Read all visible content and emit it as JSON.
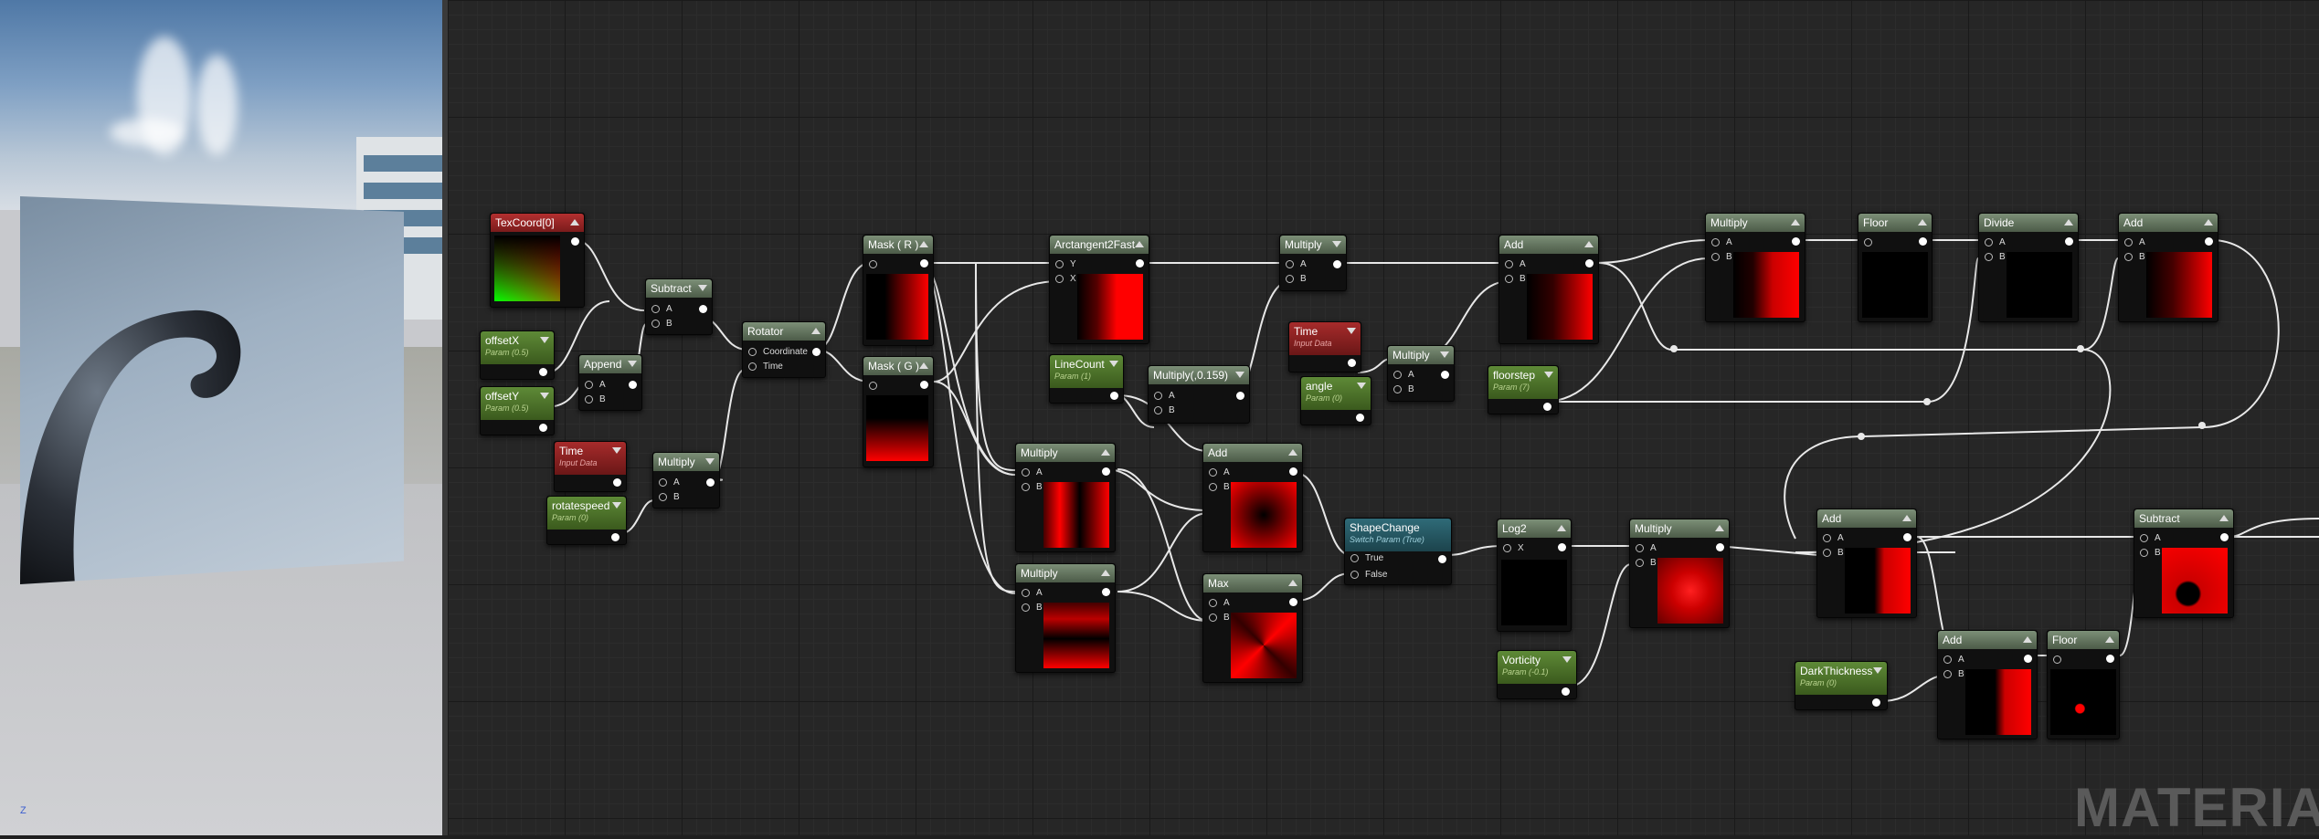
{
  "viewport": {
    "axis_label": "Z"
  },
  "editor": {
    "watermark": "MATERIAL"
  },
  "nodes": {
    "texcoord": {
      "title": "TexCoord[0]"
    },
    "subtract1": {
      "title": "Subtract",
      "pins": [
        "A",
        "B"
      ]
    },
    "offsetx": {
      "title": "offsetX",
      "subtitle": "Param (0.5)"
    },
    "offsety": {
      "title": "offsetY",
      "subtitle": "Param (0.5)"
    },
    "append": {
      "title": "Append",
      "pins": [
        "A",
        "B"
      ]
    },
    "time1": {
      "title": "Time",
      "subtitle": "Input Data"
    },
    "multiply1": {
      "title": "Multiply",
      "pins": [
        "A",
        "B"
      ]
    },
    "rotatespeed": {
      "title": "rotatespeed",
      "subtitle": "Param (0)"
    },
    "rotator": {
      "title": "Rotator",
      "pins": [
        "Coordinate",
        "Time"
      ]
    },
    "maskr": {
      "title": "Mask ( R )"
    },
    "maskg": {
      "title": "Mask ( G )"
    },
    "arctan": {
      "title": "Arctangent2Fast",
      "pins": [
        "Y",
        "X"
      ]
    },
    "linecount": {
      "title": "LineCount",
      "subtitle": "Param (1)"
    },
    "multconst": {
      "title": "Multiply(,0.159)",
      "pins": [
        "A",
        "B"
      ]
    },
    "multiply2": {
      "title": "Multiply",
      "pins": [
        "A",
        "B"
      ]
    },
    "time2": {
      "title": "Time",
      "subtitle": "Input Data"
    },
    "angle": {
      "title": "angle",
      "subtitle": "Param (0)"
    },
    "multiply3": {
      "title": "Multiply",
      "pins": [
        "A",
        "B"
      ]
    },
    "add1": {
      "title": "Add",
      "pins": [
        "A",
        "B"
      ]
    },
    "floorstep": {
      "title": "floorstep",
      "subtitle": "Param (7)"
    },
    "multiply4": {
      "title": "Multiply",
      "pins": [
        "A",
        "B"
      ]
    },
    "floor1": {
      "title": "Floor"
    },
    "divide": {
      "title": "Divide",
      "pins": [
        "A",
        "B"
      ]
    },
    "add2": {
      "title": "Add",
      "pins": [
        "A",
        "B"
      ]
    },
    "multiply5": {
      "title": "Multiply",
      "pins": [
        "A",
        "B"
      ]
    },
    "multiply6": {
      "title": "Multiply",
      "pins": [
        "A",
        "B"
      ]
    },
    "add3": {
      "title": "Add",
      "pins": [
        "A",
        "B"
      ]
    },
    "max": {
      "title": "Max",
      "pins": [
        "A",
        "B"
      ]
    },
    "shapechange": {
      "title": "ShapeChange",
      "subtitle": "Switch Param (True)",
      "pins": [
        "True",
        "False"
      ]
    },
    "log2": {
      "title": "Log2",
      "pins": [
        "X"
      ]
    },
    "vorticity": {
      "title": "Vorticity",
      "subtitle": "Param (-0.1)"
    },
    "multiply7": {
      "title": "Multiply",
      "pins": [
        "A",
        "B"
      ]
    },
    "add4": {
      "title": "Add",
      "pins": [
        "A",
        "B"
      ]
    },
    "darkthickness": {
      "title": "DarkThickness",
      "subtitle": "Param (0)"
    },
    "add5": {
      "title": "Add",
      "pins": [
        "A",
        "B"
      ]
    },
    "floor2": {
      "title": "Floor"
    },
    "subtract2": {
      "title": "Subtract",
      "pins": [
        "A",
        "B"
      ]
    }
  },
  "colors": {
    "param_header": "#5e8a37",
    "time_header": "#a72b2b",
    "switch_header": "#2f6b78",
    "wire": "#e8e8e8",
    "preview_red": "#ff0000"
  }
}
